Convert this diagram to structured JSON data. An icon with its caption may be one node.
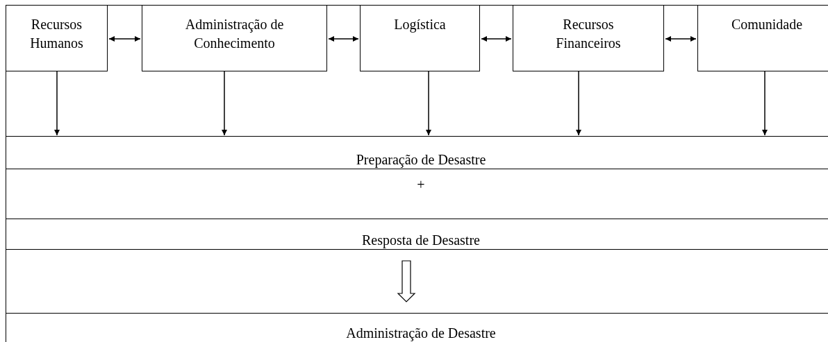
{
  "diagram": {
    "nodes": [
      {
        "text": [
          "Recursos Humanos"
        ]
      },
      {
        "text": [
          "Administração de Conhecimento"
        ]
      },
      {
        "text": [
          "Logística"
        ]
      },
      {
        "text": [
          "Recursos Financeiros"
        ]
      },
      {
        "text": [
          "Comunidade"
        ]
      },
      {
        "text": [
          "Preparação de Desastre"
        ]
      },
      {
        "text": [
          "+"
        ]
      },
      {
        "text": [
          "Resposta de Desastre"
        ]
      },
      {
        "text": [
          "Administração de Desastre"
        ]
      }
    ],
    "edges": [
      {
        "from": 0,
        "to": 1,
        "arrow": "both"
      },
      {
        "from": 1,
        "to": 2,
        "arrow": "both"
      },
      {
        "from": 2,
        "to": 3,
        "arrow": "both"
      },
      {
        "from": 3,
        "to": 4,
        "arrow": "both"
      },
      {
        "from": 0,
        "to": 5,
        "arrow": "to"
      },
      {
        "from": 1,
        "to": 5,
        "arrow": "to"
      },
      {
        "from": 2,
        "to": 5,
        "arrow": "to"
      },
      {
        "from": 3,
        "to": 5,
        "arrow": "to"
      },
      {
        "from": 4,
        "to": 5,
        "arrow": "to"
      },
      {
        "from": 7,
        "to": 8,
        "arrow": "to",
        "style": "thick"
      }
    ]
  }
}
